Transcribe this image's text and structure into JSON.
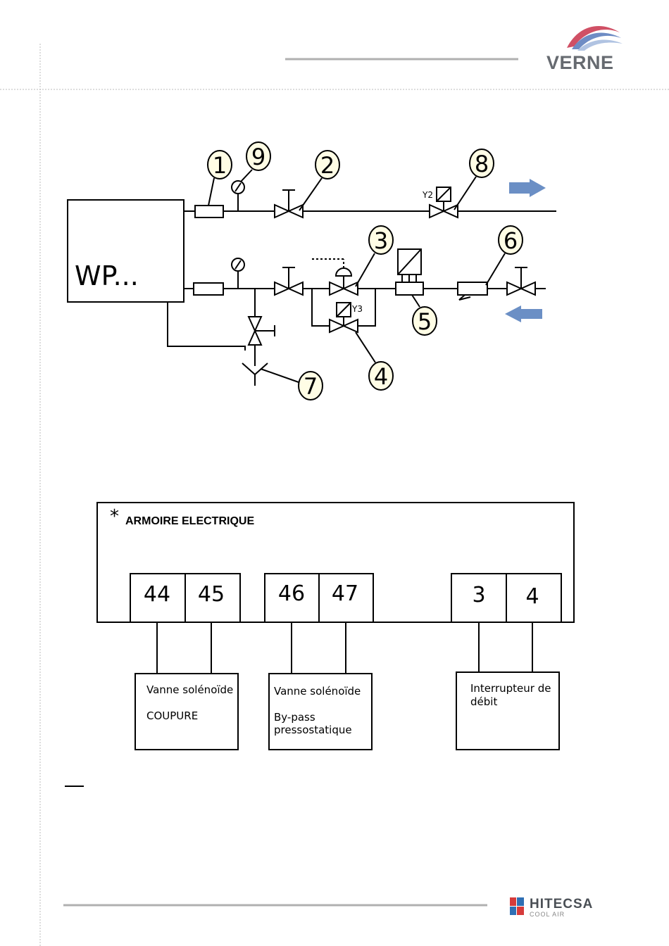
{
  "header": {
    "brand": "VERNE"
  },
  "diagram": {
    "unit_label": "WP...",
    "callouts": [
      "1",
      "2",
      "3",
      "4",
      "5",
      "6",
      "7",
      "8",
      "9"
    ],
    "valve_tags": {
      "y2": "Y2",
      "y3": "Y3"
    },
    "arrow_color": "#6b8fc5"
  },
  "wiring": {
    "marker": "*",
    "title": "ARMOIRE ELECTRIQUE",
    "terminals": [
      "44",
      "45",
      "46",
      "47",
      "3",
      "4"
    ],
    "devices": [
      {
        "line1": "Vanne solénoïde",
        "line2": "COUPURE",
        "line3": ""
      },
      {
        "line1": "Vanne solénoïde",
        "line2": "By-pass",
        "line3": "pressostatique"
      },
      {
        "line1": "Interrupteur de",
        "line2": "débit",
        "line3": ""
      }
    ]
  },
  "footer": {
    "brand": "HITECSA",
    "tagline": "COOL AIR"
  }
}
